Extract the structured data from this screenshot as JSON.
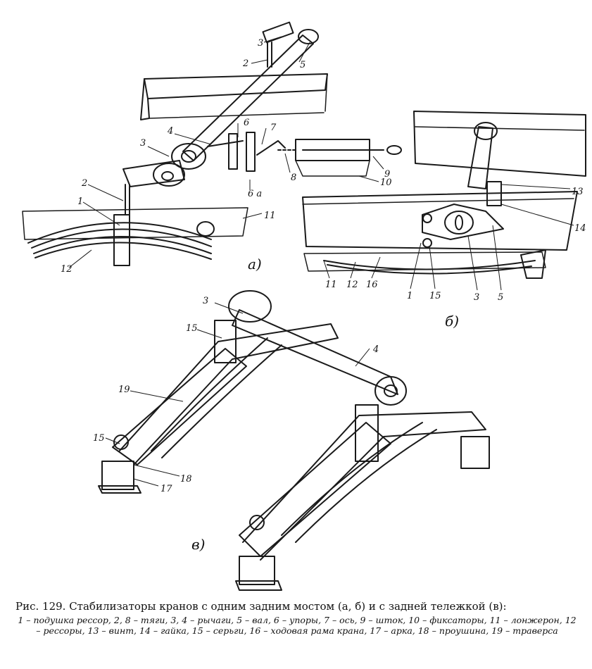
{
  "figure": {
    "panels": {
      "a": "а)",
      "b": "б)",
      "v": "в)"
    },
    "labels_a": [
      "3",
      "2",
      "5",
      "4",
      "6",
      "7",
      "3",
      "8",
      "9",
      "10",
      "2",
      "6 а",
      "1",
      "11",
      "12"
    ],
    "labels_b": [
      "13",
      "14",
      "11",
      "12",
      "16",
      "1",
      "15",
      "3",
      "5"
    ],
    "labels_v": [
      "3",
      "15",
      "4",
      "19",
      "15",
      "17",
      "18"
    ]
  },
  "caption": {
    "title": "Рис. 129. Стабилизаторы кранов с одним задним мостом (а, б) и с задней тележкой (в):",
    "legend": "1 – подушка рессор, 2, 8 – тяги, 3, 4 – рычаги, 5 – вал, 6 – упоры, 7 – ось, 9 – шток, 10 – фиксаторы, 11 – лонжерон, 12 – рессоры, 13 – винт, 14 – гайка, 15 – серьги, 16 – ходовая рама крана, 17 – арка, 18 – проушина, 19 – траверса"
  }
}
